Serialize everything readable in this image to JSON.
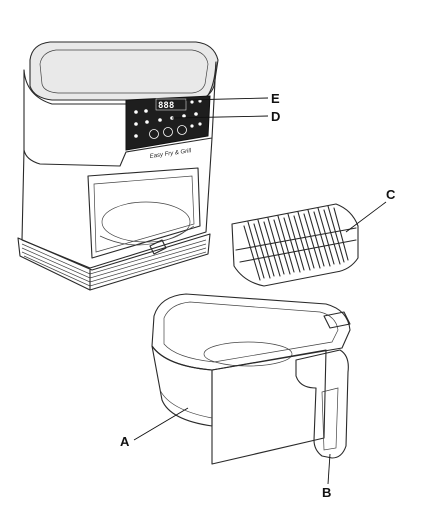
{
  "labels": {
    "a": "A",
    "b": "B",
    "c": "C",
    "d": "D",
    "e": "E"
  },
  "panel": {
    "brand": "Easy Fry & Grill"
  },
  "colors": {
    "stroke": "#2a2a2a",
    "panel": "#1e1e1e",
    "background": "#ffffff"
  }
}
